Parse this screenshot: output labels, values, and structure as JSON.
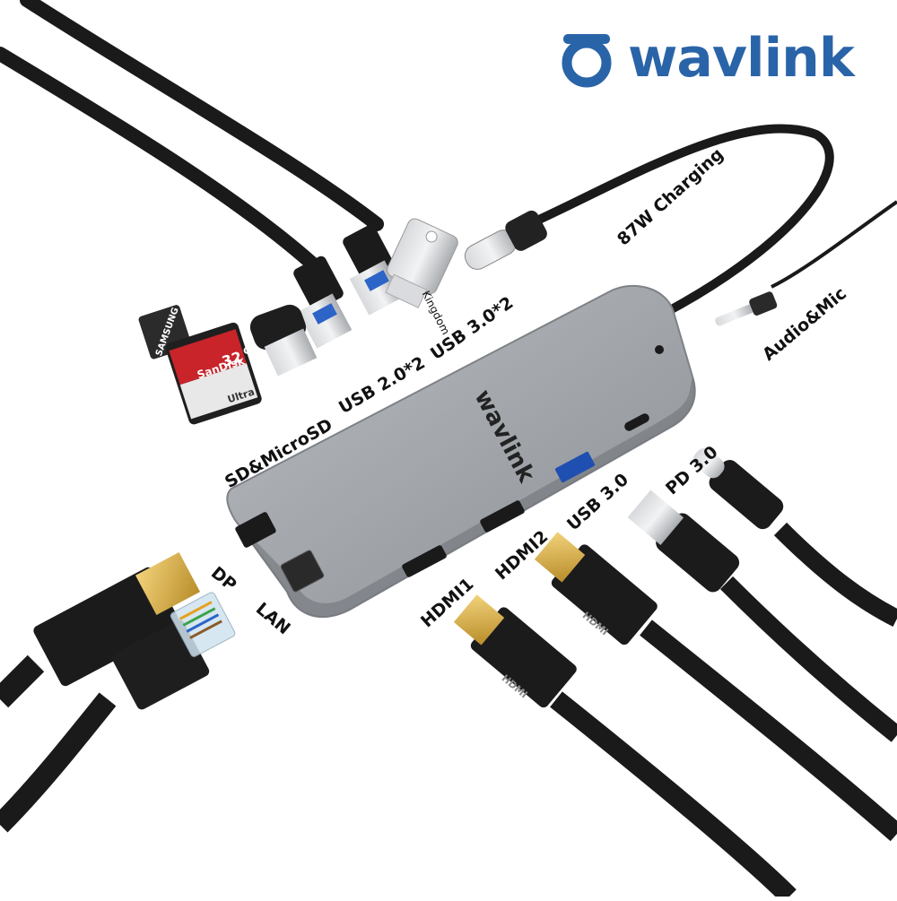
{
  "brand": {
    "name": "wavlink",
    "color": "#2a64a8",
    "icon": "wavlink-logo-icon"
  },
  "hub": {
    "logo_text": "wavlink",
    "body_color": "#9ea3a8"
  },
  "labels": {
    "charging": "87W Charging",
    "audio": "Audio&Mic",
    "usb30x2": "USB 3.0*2",
    "usb20x2": "USB 2.0*2",
    "sd": "SD&MicroSD",
    "pd": "PD 3.0",
    "usb30": "USB 3.0",
    "hdmi2": "HDMI2",
    "hdmi1": "HDMI1",
    "dp": "DP",
    "lan": "LAN"
  },
  "accessories": {
    "flash_drive_text": "Kingdom",
    "sd_card_brand": "SanDisk",
    "sd_card_capacity": "32",
    "sd_card_unit": "GB",
    "sd_card_name": "Ultra",
    "microsd_brand": "SAMSUNG",
    "hdmi_plug_text": "HDMI"
  }
}
